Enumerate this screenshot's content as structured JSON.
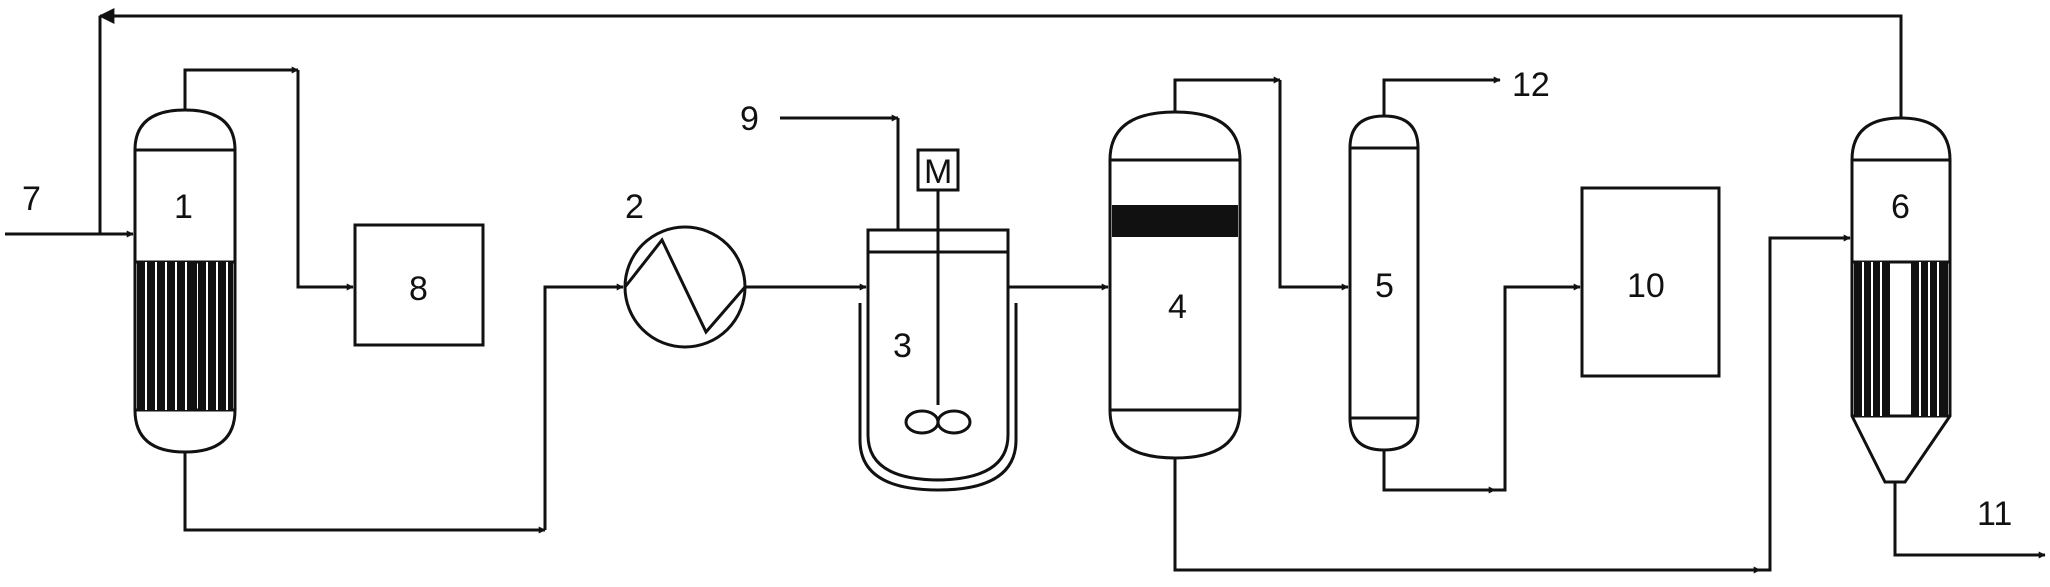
{
  "diagram": {
    "labels": {
      "u1": "1",
      "u2": "2",
      "u3": "3",
      "u4": "4",
      "u5": "5",
      "u6": "6",
      "s7": "7",
      "u8": "8",
      "s9": "9",
      "u10": "10",
      "s11": "11",
      "s12": "12",
      "motor": "M"
    }
  }
}
